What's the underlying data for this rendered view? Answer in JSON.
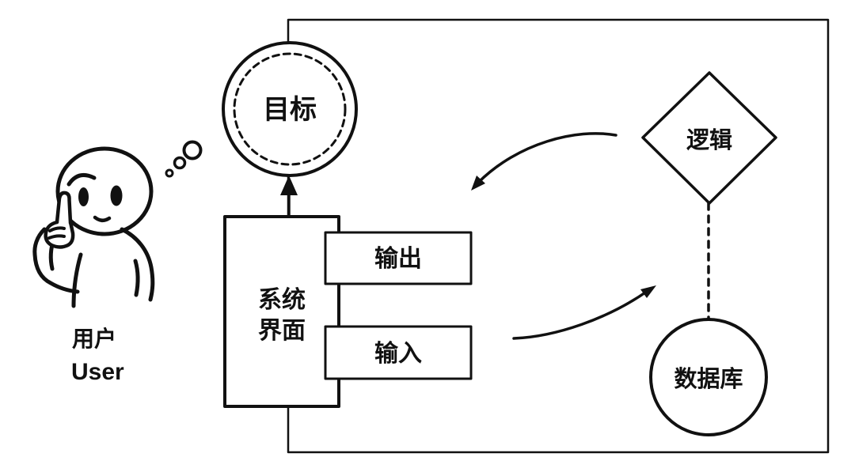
{
  "diagram": {
    "background_color": "#ffffff",
    "ink_color": "#111111",
    "user": {
      "label_zh": "用户",
      "label_en": "User"
    },
    "goal": {
      "label": "目标"
    },
    "system_interface": {
      "label_line1": "系统",
      "label_line2": "界面"
    },
    "output_box": {
      "label": "输出"
    },
    "input_box": {
      "label": "输入"
    },
    "logic_node": {
      "label": "逻辑"
    },
    "database_node": {
      "label": "数据库"
    }
  }
}
